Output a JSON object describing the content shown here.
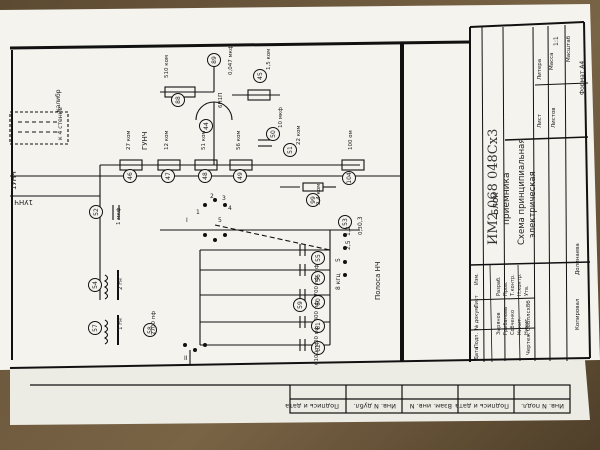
{
  "document": {
    "designation": "ИМ2.068 048Сх3",
    "title_line1": "Блок",
    "title_line2": "приемника",
    "subtitle_line1": "Схема принципиальная",
    "subtitle_line2": "электрическая",
    "format_label": "Формат А4",
    "copied_by": "Копировал",
    "copied_name": "Долинаева",
    "sheet_cells": [
      "Литера",
      "Масса",
      "Масштаб",
      "Лист",
      "Листов"
    ],
    "sheet_values": [
      "",
      "",
      "1:1",
      "",
      ""
    ],
    "sign_rows": [
      "Изм.",
      "Лист",
      "№ докум.",
      "Подп.",
      "Дата"
    ],
    "role_rows": [
      "Разраб.",
      "Пров.",
      "Т.контр.",
      "Н.контр.",
      "Утв."
    ],
    "role_names": [
      "Зырянов",
      "Грибанова",
      "Собченко",
      "Никит.",
      "Никит."
    ],
    "drawing_no": "Чертеж 068ллсх8б"
  },
  "margin_stamp": {
    "cells": [
      "Подпись и дата",
      "Инв. N дубл.",
      "Взам. инв. N",
      "Подпись и дата",
      "Инв. N подл."
    ]
  },
  "schematic": {
    "left_labels": [
      "калибр",
      "к 4 стенке",
      "1УНЧ",
      "ГУНЧ"
    ],
    "components": [
      {
        "ref": "89",
        "value": "0,047 мкф"
      },
      {
        "ref": "88",
        "value": "510 ком"
      },
      {
        "ref": "45",
        "value": "1,5 ком"
      },
      {
        "ref": "44",
        "value": "6Н1П"
      },
      {
        "ref": "50",
        "value": "10 мкф"
      },
      {
        "ref": "51",
        "value": "22 ком"
      },
      {
        "ref": "46",
        "value": "27 ком"
      },
      {
        "ref": "47",
        "value": "12 ком"
      },
      {
        "ref": "48",
        "value": "51 ком"
      },
      {
        "ref": "49",
        "value": "56 ком"
      },
      {
        "ref": "104",
        "value": "100 ом"
      },
      {
        "ref": "99",
        "value": "2,4 ком"
      },
      {
        "ref": "52",
        "value": "1 мкф"
      },
      {
        "ref": "53",
        "value": "0,3"
      },
      {
        "ref": "54",
        "value": "2 гн"
      },
      {
        "ref": "55",
        "value": "680 пф"
      },
      {
        "ref": "56",
        "value": "2700 пф"
      },
      {
        "ref": "57",
        "value": "1 гн"
      },
      {
        "ref": "58",
        "value": "2700 пф"
      },
      {
        "ref": "59",
        "value": ""
      },
      {
        "ref": "60",
        "value": "6800 пф"
      },
      {
        "ref": "61",
        "value": "2000 пф"
      },
      {
        "ref": "62",
        "value": "6100 пф"
      }
    ],
    "switch_labels": [
      "8 кгц",
      "5",
      "2,5",
      "1,2",
      "0,3"
    ],
    "band_label": "Полоса НЧ",
    "stage_label": "1УНЧ",
    "switch_positions": [
      "1",
      "2",
      "3",
      "4",
      "5",
      "I",
      "II"
    ]
  }
}
